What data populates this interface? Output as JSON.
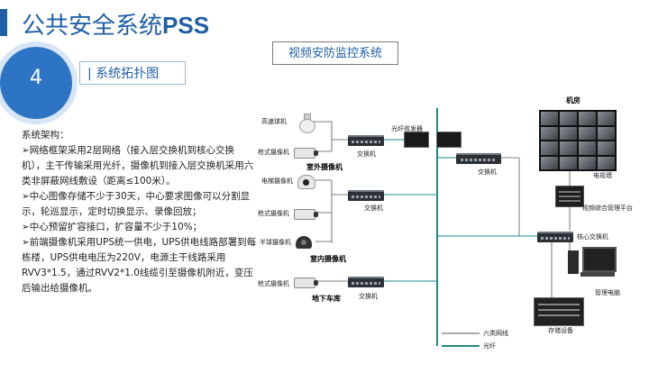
{
  "header": {
    "title_prefix": "公共安全系统",
    "title_suffix": "PSS"
  },
  "section": {
    "number": "4",
    "label": "| 系统拓扑图"
  },
  "system_title": "视频安防监控系统",
  "description": [
    "系统架构：",
    "➢网络框架采用2层网络（接入层交换机到核心交换机），主干传输采用光纤，摄像机到接入层交换机采用六类非屏蔽网线敷设（距离≤100米）。",
    "➢中心图像存储不少于30天，中心要求图像可以分割显示，轮巡显示，定时切换显示、录像回放；",
    "➢中心预留扩容接口，扩容量不少于10%；",
    "➢前端摄像机采用UPS统一供电，UPS供电线路部署到每栋楼，UPS供电电压为220V，电源主干线路采用RVV3*1.5，通过RVV2*1.0线缆引至摄像机附近，变压后输出给摄像机。"
  ],
  "diagram": {
    "camera_labels": [
      "高速球机",
      "枪式摄像机",
      "电梯摄像机",
      "枪式摄像机",
      "半球摄像机",
      "枪式摄像机"
    ],
    "switch_label": "交换机",
    "transceiver_label": "光纤收发器",
    "zone_outdoor": "室外摄像机",
    "zone_indoor": "室内摄像机",
    "zone_garage": "地下车库",
    "machine_room": "机房",
    "tv_wall": "电视墙",
    "vms_platform": "视频综合管理平台",
    "core_switch": "核心交换机",
    "mgmt_pc": "管理电脑",
    "storage": "存储设备",
    "legend_cat6": "六类网线",
    "legend_fiber": "光纤"
  },
  "colors": {
    "title": "#1f5fa8",
    "circle": "#2e74c4",
    "fiber_line": "#1f8a8a",
    "cable_line": "#555555"
  }
}
